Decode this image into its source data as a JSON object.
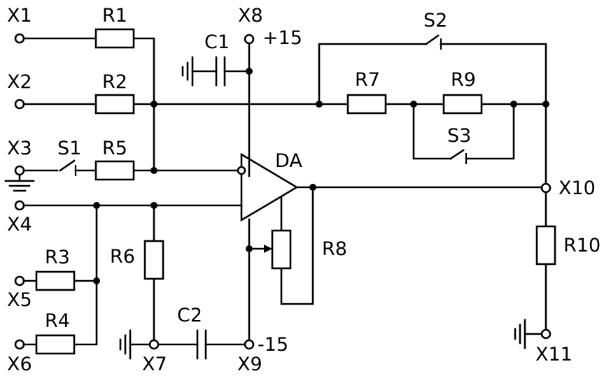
{
  "terminals": {
    "x1": "X1",
    "x2": "X2",
    "x3": "X3",
    "x4": "X4",
    "x5": "X5",
    "x6": "X6",
    "x7": "X7",
    "x8": "X8",
    "x9": "X9",
    "x10": "X10",
    "x11": "X11"
  },
  "components": {
    "r1": "R1",
    "r2": "R2",
    "r3": "R3",
    "r4": "R4",
    "r5": "R5",
    "r6": "R6",
    "r7": "R7",
    "r8": "R8",
    "r9": "R9",
    "r10": "R10",
    "c1": "C1",
    "c2": "C2",
    "s1": "S1",
    "s2": "S2",
    "s3": "S3",
    "da": "DA"
  },
  "supply": {
    "positive": "+15",
    "negative": "-15"
  }
}
